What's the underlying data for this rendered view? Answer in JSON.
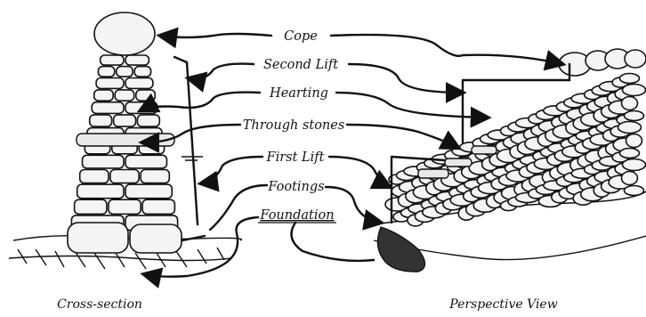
{
  "labels": {
    "cope": "Cope",
    "second_lift": "Second Lift",
    "hearting": "Hearting",
    "through_stones": "Through stones",
    "first_lift": "First Lift",
    "footings": "Footings",
    "foundation": "Foundation"
  },
  "captions": {
    "cross_section": "Cross-section",
    "perspective_view": "Perspective View"
  }
}
